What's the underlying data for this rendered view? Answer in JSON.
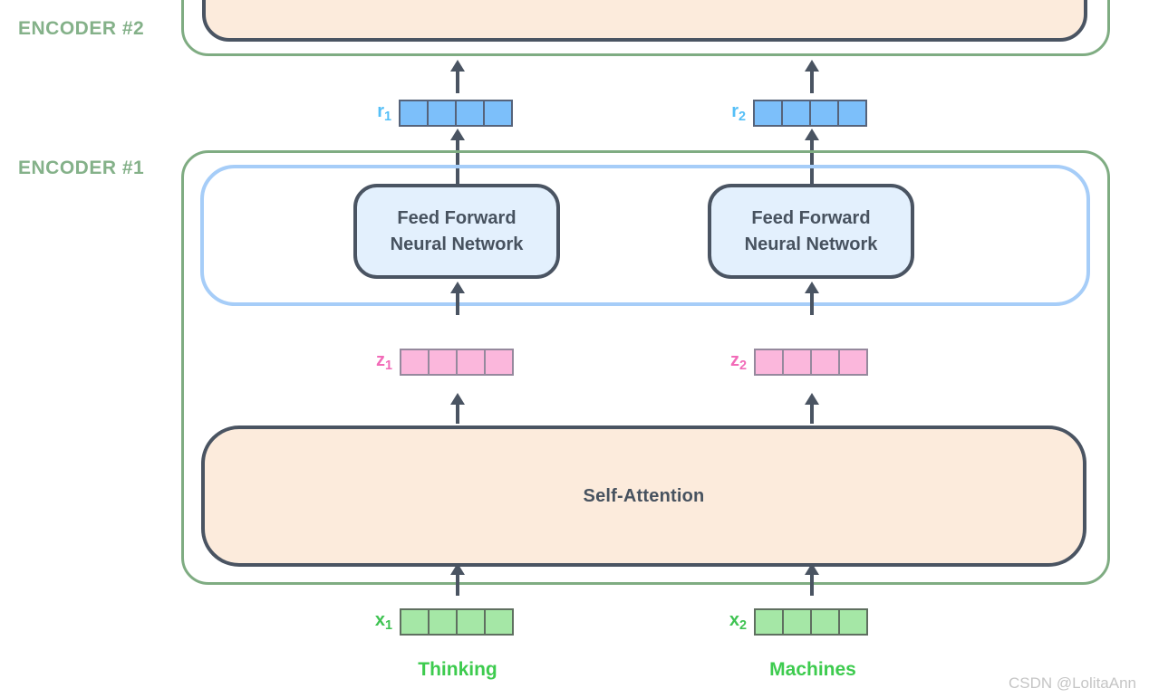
{
  "diagram": {
    "type": "transformer-encoder-stack",
    "labels": {
      "encoder2": "ENCODER #2",
      "encoder1": "ENCODER #1"
    },
    "blocks": {
      "feed_forward_line1": "Feed Forward",
      "feed_forward_line2": "Neural Network",
      "self_attention": "Self-Attention"
    },
    "vectors": {
      "r1": {
        "base": "r",
        "sub": "1"
      },
      "r2": {
        "base": "r",
        "sub": "2"
      },
      "z1": {
        "base": "z",
        "sub": "1"
      },
      "z2": {
        "base": "z",
        "sub": "2"
      },
      "x1": {
        "base": "x",
        "sub": "1"
      },
      "x2": {
        "base": "x",
        "sub": "2"
      }
    },
    "tokens": {
      "token1": "Thinking",
      "token2": "Machines"
    }
  },
  "watermark": "CSDN @LolitaAnn",
  "colors": {
    "green-border": "#7fac82",
    "green-text": "#84b189",
    "slate": "#4a5462",
    "slate-text": "#47525f",
    "blue-border": "#a6cdf8",
    "ffnn-fill": "#e3f0fd",
    "peach-fill": "#fcebdc",
    "r-fill": "#7cbffa",
    "r-cell-border": "#56637a",
    "r-label": "#55bff7",
    "z-fill": "#fbb7dc",
    "z-cell-border": "#95899d",
    "z-label": "#f26bb8",
    "x-fill": "#a5e7a6",
    "x-cell-border": "#5f6f60",
    "x-label": "#3fc352",
    "word-green": "#3dcb4e",
    "watermark": "#c5c5c5"
  }
}
